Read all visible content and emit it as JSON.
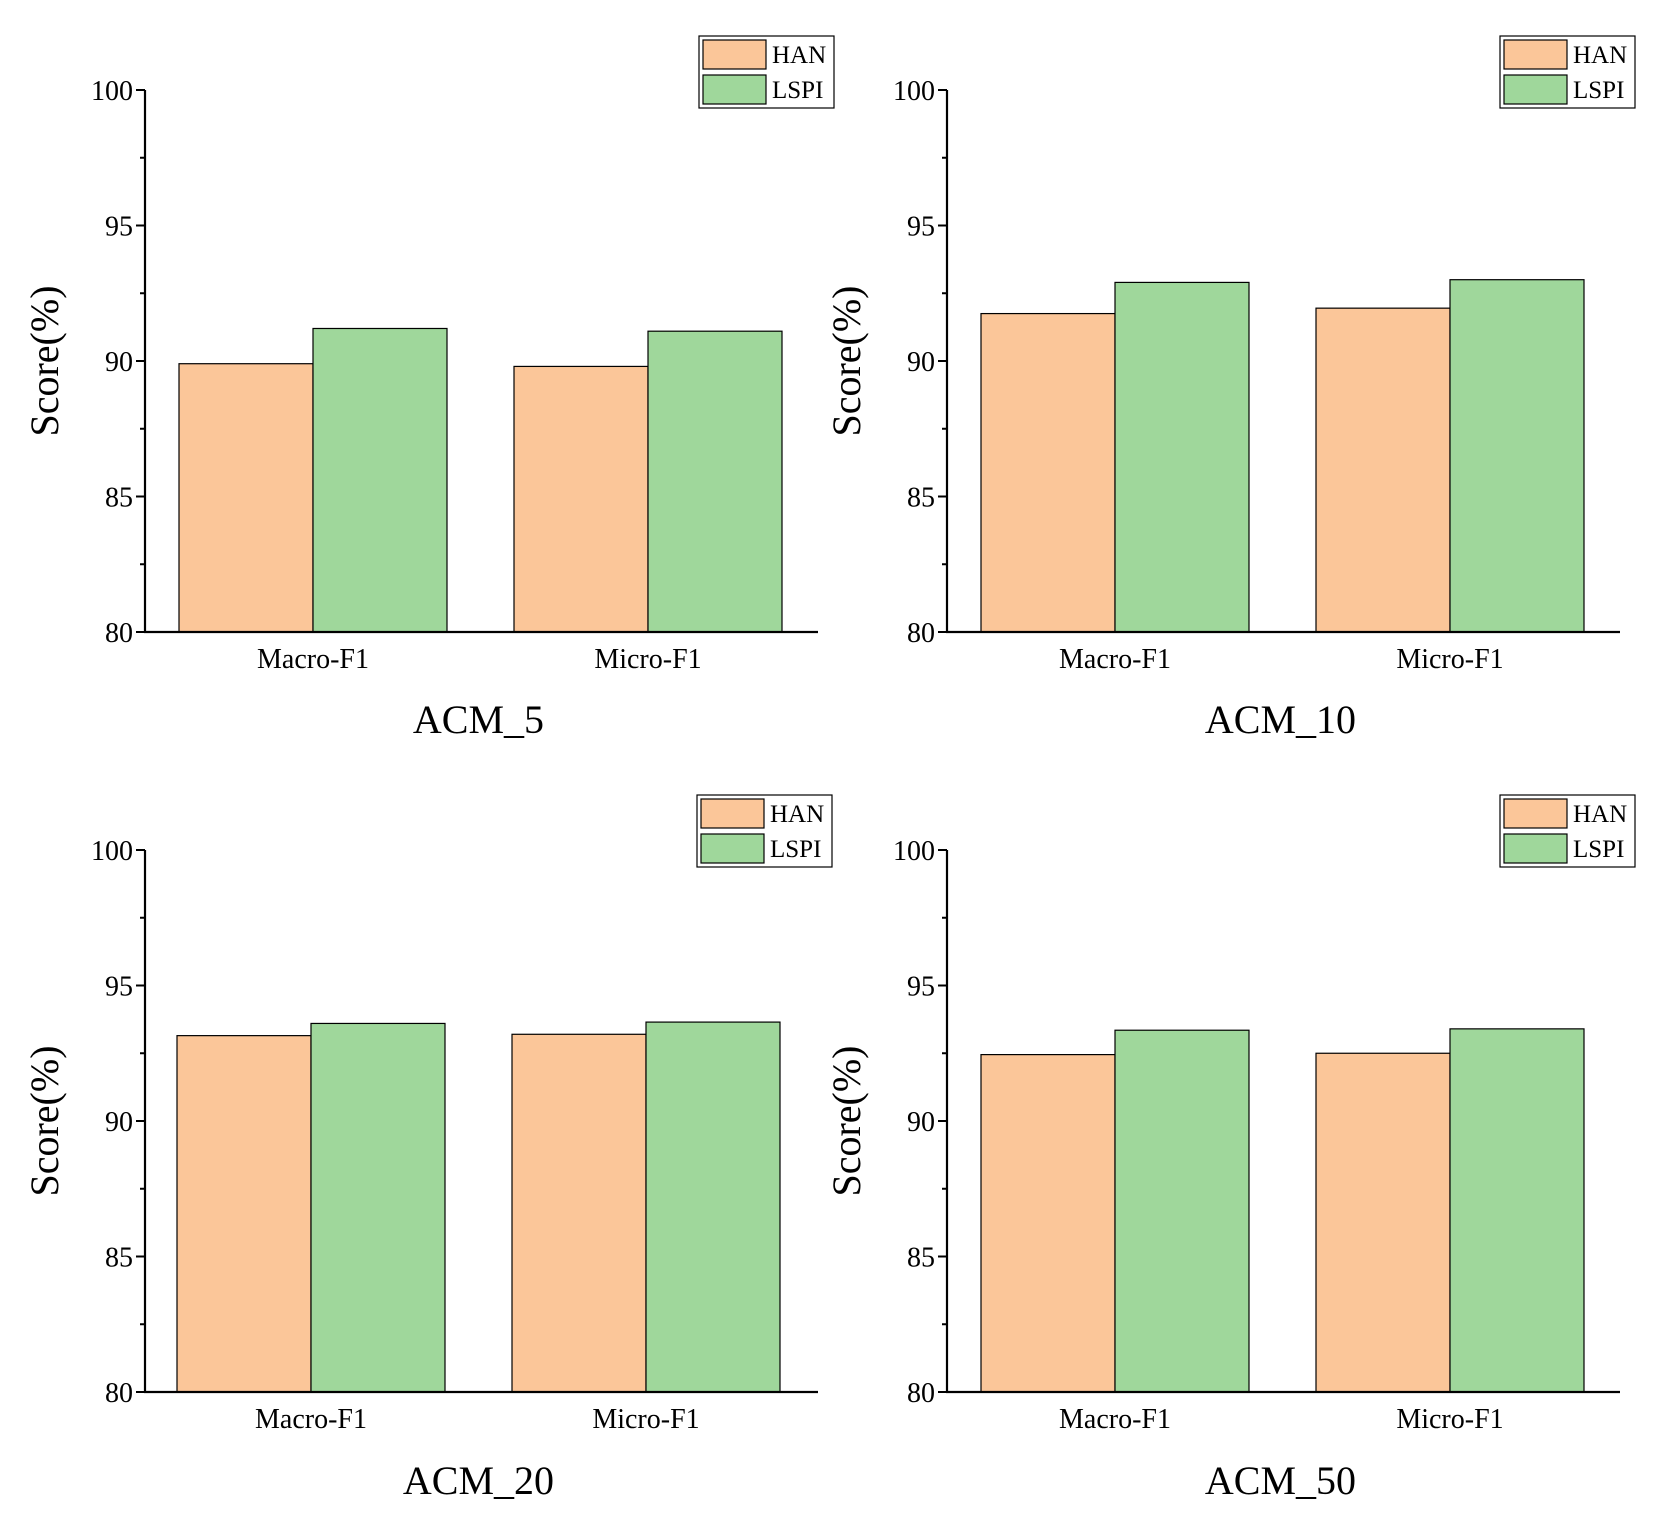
{
  "colors": {
    "HAN": "#fbc699",
    "LSPI": "#9fd79b",
    "stroke": "#000000"
  },
  "chart_data": [
    {
      "type": "bar",
      "categories": [
        "Macro-F1",
        "Micro-F1"
      ],
      "series": [
        {
          "name": "HAN",
          "values": [
            89.9,
            89.8
          ]
        },
        {
          "name": "LSPI",
          "values": [
            91.2,
            91.1
          ]
        }
      ],
      "xlabel": "ACM_5",
      "ylabel": "Score(%)",
      "ylim": [
        80,
        100
      ],
      "yticks": [
        "80",
        "85",
        "90",
        "95",
        "100"
      ],
      "legend": "top-right",
      "grid": false
    },
    {
      "type": "bar",
      "categories": [
        "Macro-F1",
        "Micro-F1"
      ],
      "series": [
        {
          "name": "HAN",
          "values": [
            91.75,
            91.95
          ]
        },
        {
          "name": "LSPI",
          "values": [
            92.9,
            93.0
          ]
        }
      ],
      "xlabel": "ACM_10",
      "ylabel": "Score(%)",
      "ylim": [
        80,
        100
      ],
      "yticks": [
        "80",
        "85",
        "90",
        "95",
        "100"
      ],
      "legend": "top-right",
      "grid": false
    },
    {
      "type": "bar",
      "categories": [
        "Macro-F1",
        "Micro-F1"
      ],
      "series": [
        {
          "name": "HAN",
          "values": [
            93.15,
            93.2
          ]
        },
        {
          "name": "LSPI",
          "values": [
            93.6,
            93.65
          ]
        }
      ],
      "xlabel": "ACM_20",
      "ylabel": "Score(%)",
      "ylim": [
        80,
        100
      ],
      "yticks": [
        "80",
        "85",
        "90",
        "95",
        "100"
      ],
      "legend": "top-right",
      "grid": false
    },
    {
      "type": "bar",
      "categories": [
        "Macro-F1",
        "Micro-F1"
      ],
      "series": [
        {
          "name": "HAN",
          "values": [
            92.45,
            92.5
          ]
        },
        {
          "name": "LSPI",
          "values": [
            93.35,
            93.4
          ]
        }
      ],
      "xlabel": "ACM_50",
      "ylabel": "Score(%)",
      "ylim": [
        80,
        100
      ],
      "yticks": [
        "80",
        "85",
        "90",
        "95",
        "100"
      ],
      "legend": "top-right",
      "grid": false
    }
  ]
}
